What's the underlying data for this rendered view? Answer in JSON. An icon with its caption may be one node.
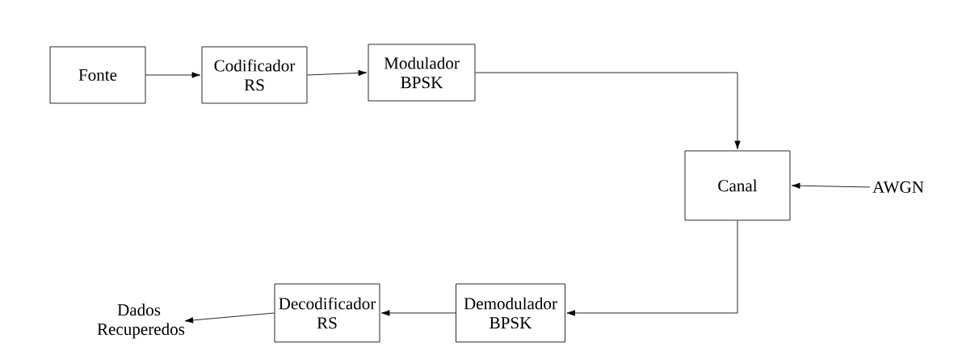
{
  "diagram": {
    "nodes": [
      {
        "text": [
          "Fonte"
        ]
      },
      {
        "text": [
          "Codificador RS"
        ]
      },
      {
        "text": [
          "Modulador BPSK"
        ]
      },
      {
        "text": [
          "Canal"
        ]
      },
      {
        "text": [
          "AWGN"
        ]
      },
      {
        "text": [
          "Demodulador BPSK"
        ]
      },
      {
        "text": [
          "Decodificador RS"
        ]
      },
      {
        "text": [
          "Dados Recuperedos"
        ]
      }
    ],
    "edges": [
      {
        "from": 0,
        "to": 1,
        "arrow": "to"
      },
      {
        "from": 1,
        "to": 2,
        "arrow": "to"
      },
      {
        "from": 2,
        "to": 3,
        "arrow": "to"
      },
      {
        "from": 4,
        "to": 3,
        "arrow": "to"
      },
      {
        "from": 3,
        "to": 5,
        "arrow": "to"
      },
      {
        "from": 5,
        "to": 6,
        "arrow": "to"
      },
      {
        "from": 6,
        "to": 7,
        "arrow": "to"
      }
    ]
  }
}
